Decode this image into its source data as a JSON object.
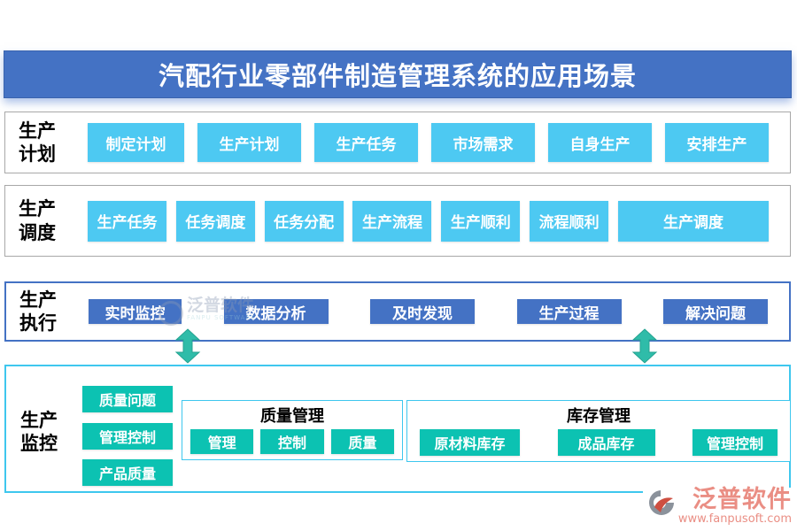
{
  "title": "汽配行业零部件制造管理系统的应用场景",
  "colors": {
    "title_blue": "#4472C4",
    "sky_blue": "#4DC9F2",
    "dark_blue": "#4472C4",
    "teal": "#0CC2B2",
    "cyan_border": "#3EC7EE",
    "gray_border": "#A8A8A8",
    "arrow_teal": "#2FBCA9",
    "logo_salmon": "#EA8E84"
  },
  "rows": [
    {
      "label": "生产计划",
      "buttons": [
        "制定计划",
        "生产计划",
        "生产任务",
        "市场需求",
        "自身生产",
        "安排生产"
      ]
    },
    {
      "label": "生产调度",
      "buttons": [
        "生产任务",
        "任务调度",
        "任务分配",
        "生产流程",
        "生产顺利",
        "流程顺利",
        "生产调度"
      ]
    },
    {
      "label": "生产执行",
      "buttons": [
        "实时监控",
        "数据分析",
        "及时发现",
        "生产过程",
        "解决问题"
      ]
    }
  ],
  "monitor": {
    "label": "生产监控",
    "side_buttons": [
      "质量问题",
      "管理控制",
      "产品质量"
    ],
    "groups": [
      {
        "title": "质量管理",
        "buttons": [
          "管理",
          "控制",
          "质量"
        ]
      },
      {
        "title": "库存管理",
        "buttons": [
          "原材料库存",
          "成品库存",
          "管理控制"
        ]
      }
    ]
  },
  "watermark": {
    "text": "泛普软件",
    "subtext": "FANPU SOFTWARE"
  },
  "logo": {
    "name": "泛普软件",
    "url": "www.fanpusoft.com"
  }
}
